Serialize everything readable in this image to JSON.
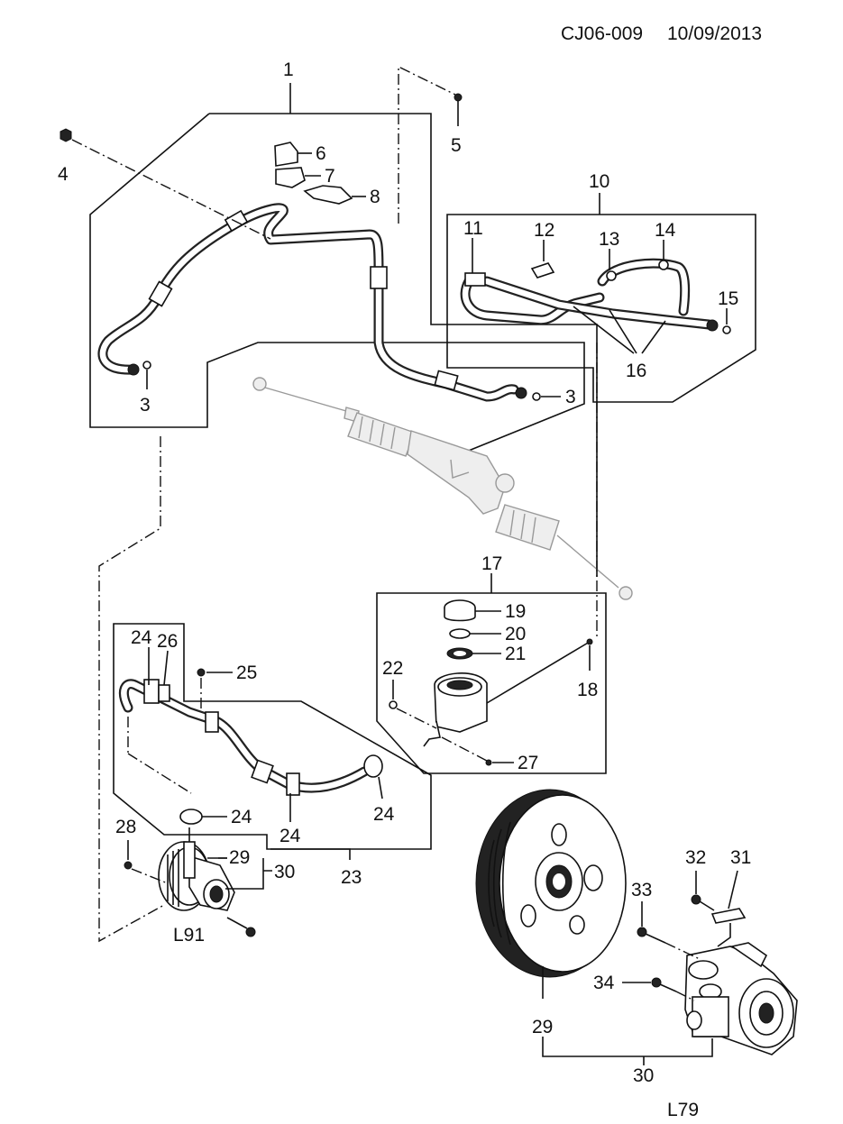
{
  "header": {
    "code": "CJ06-009",
    "date": "10/09/2013"
  },
  "callouts": {
    "c1": "1",
    "c3a": "3",
    "c3b": "3",
    "c4": "4",
    "c5": "5",
    "c6": "6",
    "c7": "7",
    "c8": "8",
    "c10": "10",
    "c11": "11",
    "c12": "12",
    "c13": "13",
    "c14": "14",
    "c15": "15",
    "c16": "16",
    "c17": "17",
    "c18": "18",
    "c19": "19",
    "c20": "20",
    "c21": "21",
    "c22": "22",
    "c23": "23",
    "c24a": "24",
    "c24b": "24",
    "c24c": "24",
    "c24d": "24",
    "c25": "25",
    "c26": "26",
    "c27": "27",
    "c28": "28",
    "c29a": "29",
    "c30a": "30",
    "c29b": "29",
    "c30b": "30",
    "c31": "31",
    "c32": "32",
    "c33": "33",
    "c34": "34"
  },
  "variants": {
    "small": "L91",
    "large": "L79"
  }
}
